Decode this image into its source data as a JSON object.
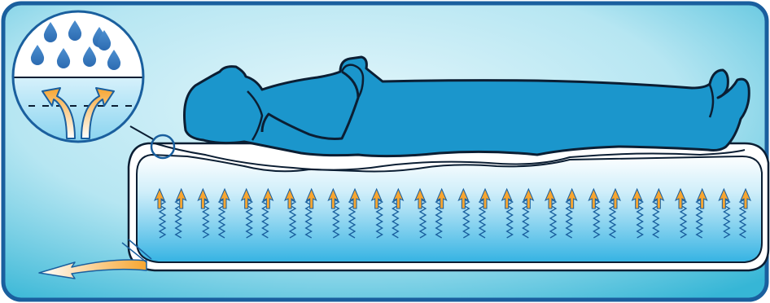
{
  "illustration": {
    "subject": "person-lying-on-air-mattress",
    "icons": {
      "droplets": "water-drop-icon",
      "vapor_arrows": "curved-arrow-icon",
      "zoom": "magnifier-icon",
      "airflow": "airflow-arrow-icon"
    },
    "droplet_count": 8,
    "airflow_arrow_count": 28
  },
  "colors": {
    "frame_border": "#1a5f9e",
    "frame_light": "#e3f6fb",
    "frame_dark": "#36b6d6",
    "body_fill": "#1b96cc",
    "body_outline": "#0b1e33",
    "droplet": "#2c6bb1",
    "arrow_orange": "#f7a530",
    "arrow_white": "#ffffff",
    "mattress_top": "#ffffff",
    "mattress_bottom": "#35b3e3"
  }
}
